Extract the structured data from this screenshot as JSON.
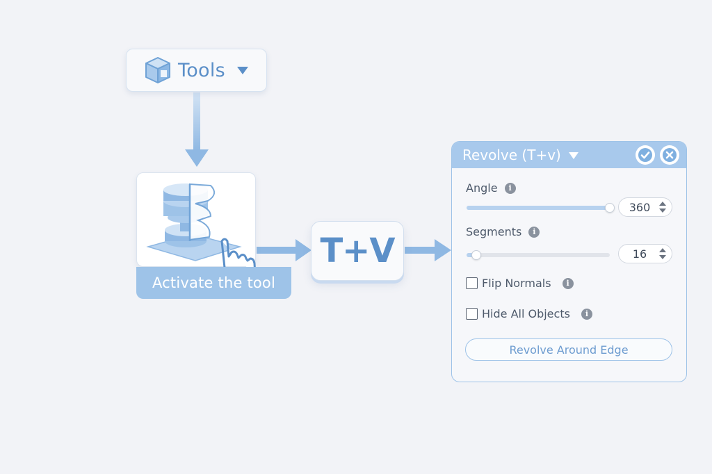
{
  "tools_menu": {
    "label": "Tools",
    "icon": "cube-icon"
  },
  "tool_card": {
    "label": "Activate the tool",
    "icon": "revolve-tool-icon"
  },
  "shortcut": {
    "keys": "T+V"
  },
  "panel": {
    "title": "Revolve (T+v)",
    "angle": {
      "label": "Angle",
      "value": "360",
      "fraction": 1.0
    },
    "segments": {
      "label": "Segments",
      "value": "16",
      "fraction": 0.07
    },
    "flip_normals": {
      "label": "Flip Normals",
      "checked": false
    },
    "hide_all_objects": {
      "label": "Hide All Objects",
      "checked": false
    },
    "revolve_edge_button": "Revolve Around Edge",
    "info_glyph": "i"
  },
  "colors": {
    "accent": "#5b8fc8",
    "arrow": "#8fb8e3",
    "panel_header": "#a8c9ec",
    "card_label": "#9ec3e8",
    "background": "#f2f3f7"
  }
}
